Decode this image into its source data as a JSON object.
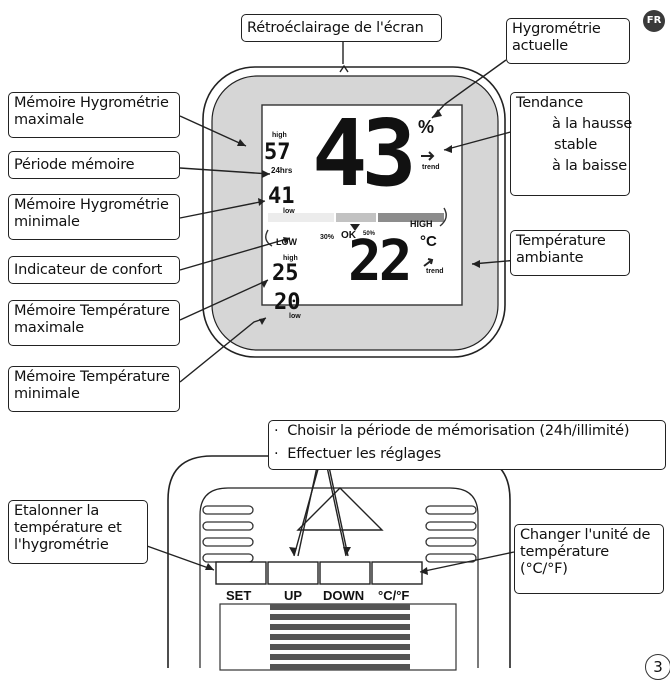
{
  "language_badge": "FR",
  "page_number": "3",
  "device_display": {
    "humidity_value": "43",
    "humidity_unit": "%",
    "trend_label": "trend",
    "high_label": "high",
    "low_label": "low",
    "max_humidity": "57",
    "period_label": "24hrs",
    "min_humidity": "41",
    "comfort_low": "LOW",
    "comfort_30": "30%",
    "comfort_ok": "OK",
    "comfort_50": "50%",
    "comfort_high": "HIGH",
    "temperature_value": "22",
    "temperature_unit": "°C",
    "max_temperature": "25",
    "min_temperature": "20"
  },
  "callouts": {
    "backlight": "Rétroéclairage de l'écran",
    "current_humidity": [
      "Hygrométrie",
      "actuelle"
    ],
    "max_humidity_memory": [
      "Mémoire Hygrométrie",
      "maximale"
    ],
    "memory_period": "Période mémoire",
    "min_humidity_memory": [
      "Mémoire Hygrométrie",
      "minimale"
    ],
    "comfort_indicator": "Indicateur de confort",
    "max_temp_memory": [
      "Mémoire Température",
      "maximale"
    ],
    "min_temp_memory": [
      "Mémoire Température",
      "minimale"
    ],
    "trend_title": "Tendance",
    "trend_up": "à la hausse",
    "trend_stable": "stable",
    "trend_down": "à la baisse",
    "ambient_temperature": [
      "Température",
      "ambiante"
    ],
    "up_down_bullets": [
      "Choisir la période de mémorisation (24h/illimité)",
      "Effectuer les réglages"
    ],
    "calibrate": [
      "Etalonner la",
      "température et",
      "l'hygrométrie"
    ],
    "change_unit": [
      "Changer l'unité de",
      "température",
      "(°C/°F)"
    ]
  },
  "buttons": {
    "set": "SET",
    "up": "UP",
    "down": "DOWN",
    "unit": "°C/°F"
  }
}
